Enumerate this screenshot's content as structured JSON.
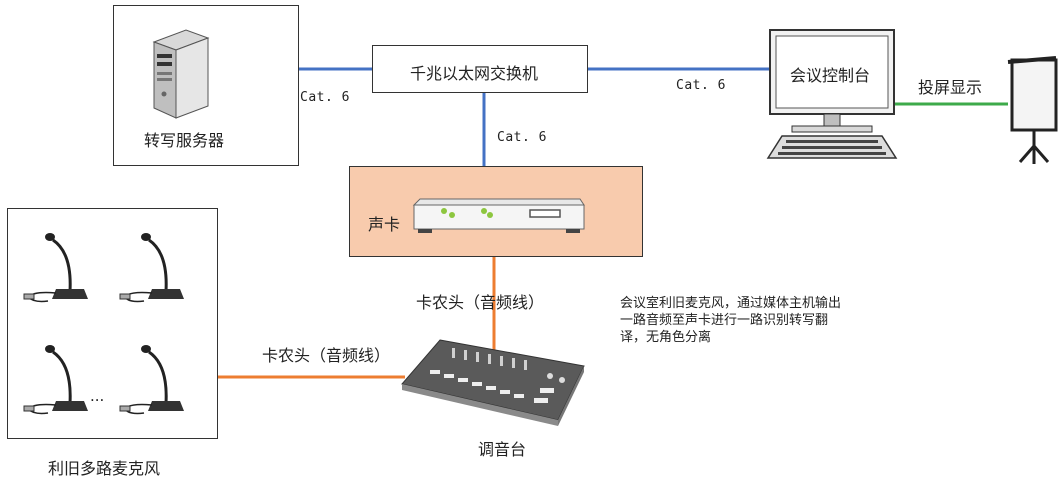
{
  "server": {
    "label": "转写服务器",
    "icon": "server-tower-icon"
  },
  "switch": {
    "label": "千兆以太网交换机"
  },
  "console": {
    "label": "会议控制台",
    "icon": "desktop-computer-icon"
  },
  "projector": {
    "label": "投屏显示",
    "icon": "projection-screen-icon"
  },
  "soundcard": {
    "label": "声卡",
    "icon": "soundcard-device-icon"
  },
  "mixer": {
    "label": "调音台",
    "icon": "audio-mixer-icon"
  },
  "mics": {
    "label": "利旧多路麦克风",
    "ellipsis": "...",
    "icon": "gooseneck-microphone-icon"
  },
  "links": {
    "server_switch": "Cat. 6",
    "switch_console": "Cat. 6",
    "switch_soundcard": "Cat. 6",
    "mixer_soundcard": "卡农头（音频线）",
    "mics_mixer": "卡农头（音频线）"
  },
  "note": {
    "lines": [
      "会议室利旧麦克风，通过媒体主机输出",
      "一路音频至声卡进行一路识别转写翻",
      "译，无角色分离"
    ]
  },
  "colors": {
    "network": "#4472c4",
    "audio": "#ed7d31",
    "display": "#3daa4a",
    "soundcard_fill": "#f8cbad"
  }
}
